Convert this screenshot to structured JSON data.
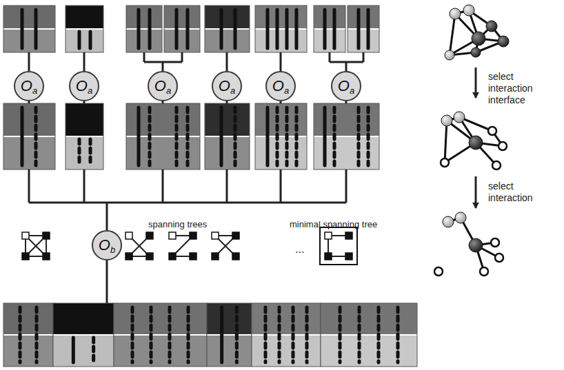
{
  "diagram": {
    "nodes": [
      {
        "text": [
          "O",
          "a"
        ]
      },
      {
        "text": [
          "O",
          "a"
        ]
      },
      {
        "text": [
          "O",
          "a"
        ]
      },
      {
        "text": [
          "O",
          "a"
        ]
      },
      {
        "text": [
          "O",
          "a"
        ]
      },
      {
        "text": [
          "O",
          "a"
        ]
      },
      {
        "text": [
          "O",
          "b"
        ]
      }
    ],
    "labels": [
      "spanning trees",
      "minimal spanning tree",
      "...",
      "select interaction interface",
      "select interaction"
    ]
  }
}
